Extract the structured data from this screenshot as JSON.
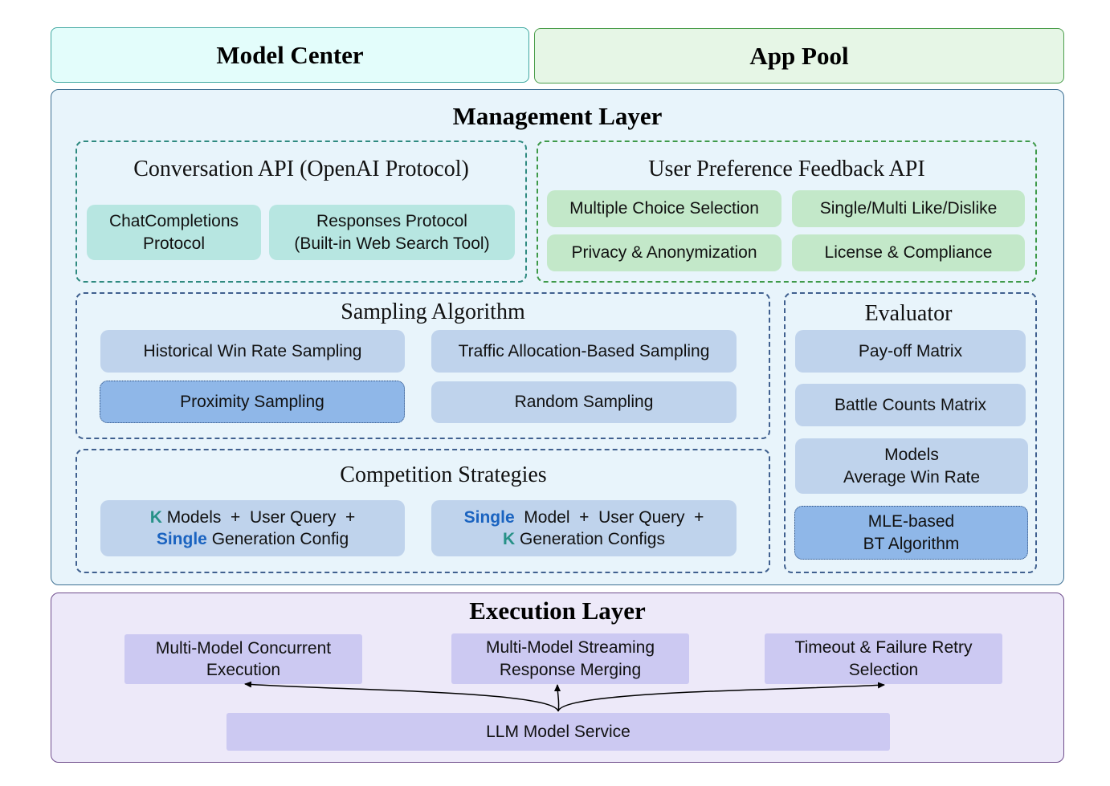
{
  "model_center": {
    "label": "Model Center"
  },
  "app_pool": {
    "label": "App Pool"
  },
  "management_layer": {
    "title": "Management Layer",
    "conversation_api": {
      "title": "Conversation API (OpenAI Protocol)",
      "items": [
        {
          "line1": "ChatCompletions",
          "line2": "Protocol"
        },
        {
          "line1": "Responses Protocol",
          "line2": "(Built-in Web Search Tool)"
        }
      ]
    },
    "user_feedback_api": {
      "title": "User Preference Feedback API",
      "items": [
        "Multiple Choice Selection",
        "Single/Multi Like/Dislike",
        "Privacy & Anonymization",
        "License & Compliance"
      ]
    },
    "sampling_algorithm": {
      "title": "Sampling Algorithm",
      "items": [
        "Historical Win Rate Sampling",
        "Traffic Allocation-Based Sampling",
        "Proximity Sampling",
        "Random Sampling"
      ]
    },
    "competition_strategies": {
      "title": "Competition Strategies",
      "strategy_1": {
        "kw1": "K",
        "text1": " Models  +  User Query  +",
        "kw2": "Single",
        "text2": " Generation Config"
      },
      "strategy_2": {
        "kw1": "Single",
        "text1": "  Model  +  User Query  +",
        "kw2": "K",
        "text2": " Generation Configs"
      }
    },
    "evaluator": {
      "title": "Evaluator",
      "items": [
        {
          "line1": "Pay-off Matrix",
          "line2": ""
        },
        {
          "line1": "Battle Counts Matrix",
          "line2": ""
        },
        {
          "line1": "Models",
          "line2": "Average Win Rate"
        },
        {
          "line1": "MLE-based",
          "line2": "BT Algorithm"
        }
      ]
    }
  },
  "execution_layer": {
    "title": "Execution Layer",
    "items": [
      {
        "line1": "Multi-Model Concurrent",
        "line2": "Execution"
      },
      {
        "line1": "Multi-Model Streaming",
        "line2": "Response Merging"
      },
      {
        "line1": "Timeout & Failure Retry",
        "line2": "Selection"
      }
    ],
    "service": "LLM Model Service"
  },
  "colors": {
    "keyword_teal": "#279187",
    "keyword_blue": "#1a63c0"
  }
}
